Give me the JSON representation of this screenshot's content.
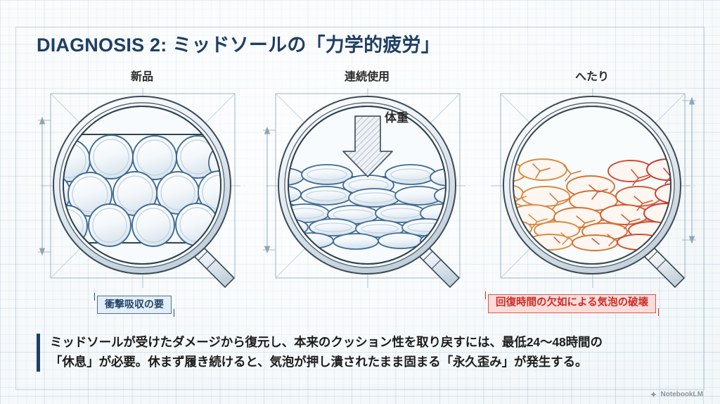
{
  "slide": {
    "title": "DIAGNOSIS 2: ミッドソールの「力学的疲労」",
    "accent_navy": "#1f3f63",
    "accent_red": "#cf2a24",
    "background": "#f4f8fa"
  },
  "panels": [
    {
      "id": "new",
      "label": "新品",
      "state": "intact-round-cells",
      "cell_color": "#3f6b93",
      "cell_shape": "circle"
    },
    {
      "id": "continuous-use",
      "label": "連続使用",
      "state": "compressed-flattened-cells",
      "cell_color": "#3f6b93",
      "cell_shape": "ellipse",
      "arrow_label": "体重",
      "arrow_direction": "down"
    },
    {
      "id": "flattened",
      "label": "へたり",
      "state": "ruptured-cracked-cells",
      "cell_color": "#d4612a",
      "cell_shape": "ellipse-cracked"
    }
  ],
  "badges": [
    {
      "id": "shock-absorption",
      "text": "衝撃吸収の要",
      "tone": "blue"
    },
    {
      "id": "bubble-destruction",
      "text": "回復時間の欠如による気泡の破壊",
      "tone": "red"
    }
  ],
  "caption": {
    "line1": "ミッドソールが受けたダメージから復元し、本来のクッション性を取り戻すには、最低24〜48時間の",
    "line2": "「休息」が必要。休まず履き続けると、気泡が押し潰されたまま固まる「永久歪み」が発生する。"
  },
  "watermark": {
    "text": "NotebookLM",
    "icon": "notebooklm-logo-icon"
  }
}
